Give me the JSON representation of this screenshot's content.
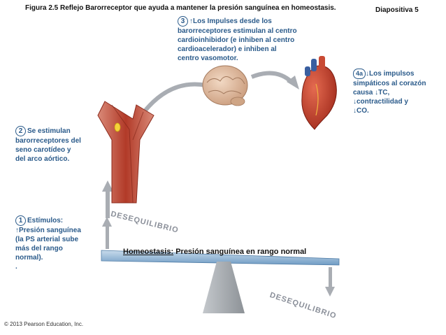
{
  "figure_title": "Figura 2.5  Reflejo Barorreceptor que ayuda a mantener la presión sanguínea en homeostasis.",
  "slide_label": "Diapositiva 5",
  "step1": {
    "number": "1",
    "title": "Estímulos:",
    "line1": "Presión sanguínea",
    "line2": "(la PS arterial sube",
    "line3": "más del rango",
    "line4": "normal).",
    "line5": "."
  },
  "step2": {
    "number": "2",
    "line1": "Se estimulan",
    "line2": "barorreceptores del",
    "line3": "seno carotídeo y",
    "line4": "del arco aórtico."
  },
  "step3": {
    "number": "3",
    "line1": "Los Impulses desde los",
    "line2": "barorreceptores estimulan al centro",
    "line3": "cardioinhibidor (e inhiben al centro",
    "line4": "cardioacelerador) e inhiben al",
    "line5": "centro vasomotor."
  },
  "step4a": {
    "number": "4a",
    "line1": "Los impulsos",
    "line2": "simpáticos al corazón",
    "line3a": "causa",
    "line3b": "TC,",
    "line4": "contractilidad y",
    "line5": "CO."
  },
  "homeostasis": {
    "bold": "Homeostasis:",
    "text": " Presión sanguínea en rango normal"
  },
  "imbalance_top": "DESEQUILIBRIO",
  "imbalance_bottom": "DESEQUILIBRIO",
  "copyright": "© 2013 Pearson Education, Inc.",
  "colors": {
    "text_blue": "#2a5a8a",
    "arrow_gray": "#a9adb3",
    "beam_blue": "#7aa6cf",
    "fulcrum_gray": "#9ea3a8",
    "vessel_red": "#b63a2a",
    "heart_red": "#c23a28",
    "brain_tan": "#d9b79a"
  },
  "icons": [
    "brain-icon",
    "heart-icon",
    "carotid-artery-icon",
    "up-arrow-icon",
    "down-arrow-icon"
  ]
}
